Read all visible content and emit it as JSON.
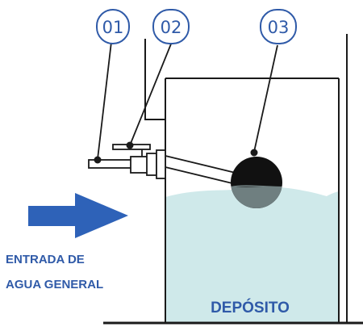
{
  "callouts": {
    "c1": "01",
    "c2": "02",
    "c3": "03"
  },
  "labels": {
    "inlet_line1": "ENTRADA DE",
    "inlet_line2": "AGUA GENERAL",
    "tank": "DEPÓSITO"
  },
  "colors": {
    "accent_blue": "#2f5aa8",
    "arrow_blue": "#2e62b8",
    "water": "#cfe9ea",
    "outline": "#1a1a1a",
    "float_black": "#111111",
    "float_submerged": "#6f7f80"
  },
  "icons": {
    "inlet_arrow": "arrow-right-icon"
  }
}
